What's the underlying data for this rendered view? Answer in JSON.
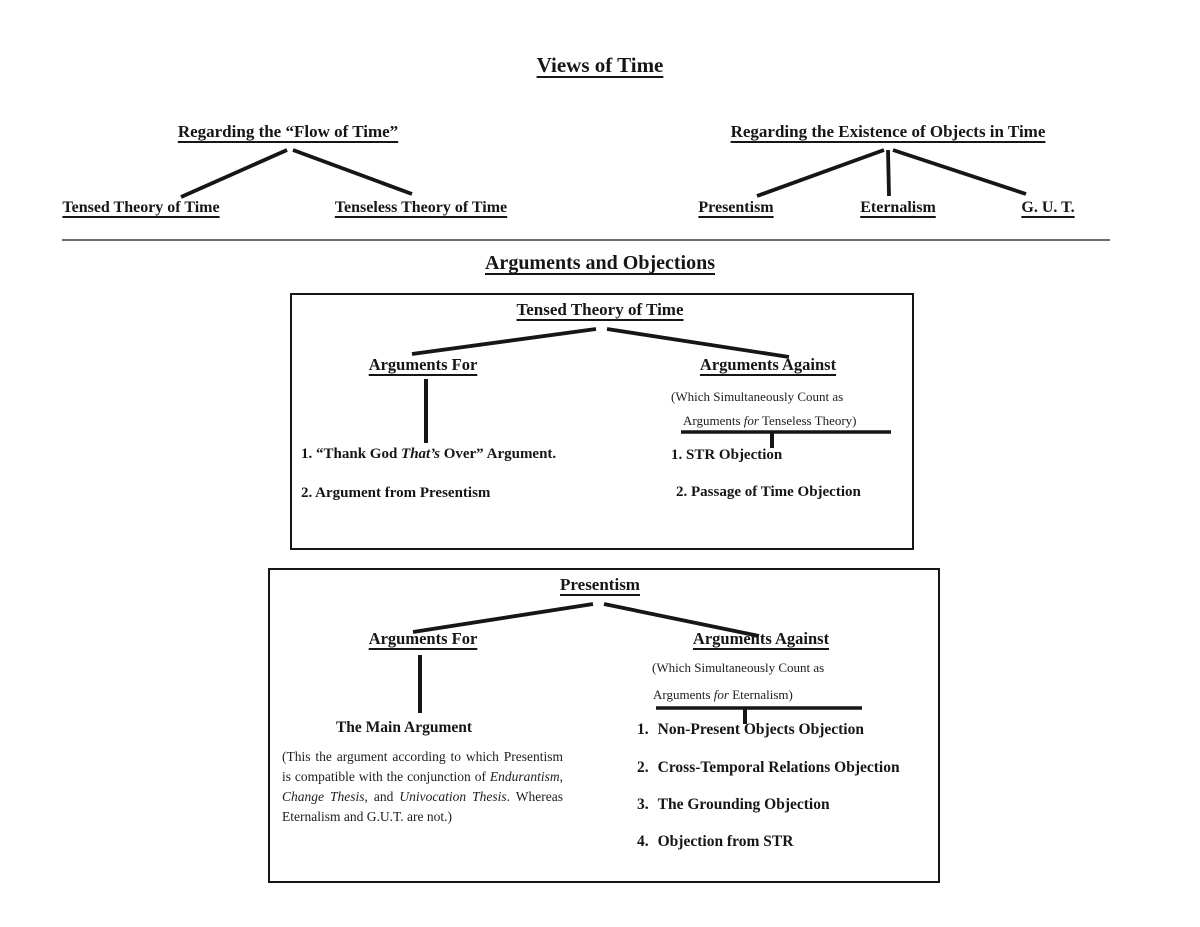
{
  "title": "Views of Time",
  "section_title": "Arguments and Objections",
  "flow_tree": {
    "root": "Regarding the “Flow of Time”",
    "left_child": "Tensed Theory of Time",
    "right_child": "Tenseless Theory of Time"
  },
  "existence_tree": {
    "root": "Regarding the Existence of Objects in Time",
    "children": [
      "Presentism",
      "Eternalism",
      "G. U. T."
    ]
  },
  "tensed_box": {
    "title": "Tensed Theory of Time",
    "for_heading": "Arguments For",
    "against_heading": "Arguments Against",
    "against_note_line1": "(Which Simultaneously Count as",
    "against_note_line2": {
      "pre": "Arguments ",
      "italic": "for",
      "post": " Tenseless Theory)"
    },
    "for_item1": {
      "pre": "1. “Thank God ",
      "italic": "That’s",
      "post": " Over” Argument."
    },
    "for_item2": "2. Argument from Presentism",
    "against_items": [
      "1. STR Objection",
      "2. Passage of Time Objection"
    ]
  },
  "presentism_box": {
    "title": "Presentism",
    "for_heading": "Arguments For",
    "against_heading": "Arguments Against",
    "against_note_line1": "(Which Simultaneously Count as",
    "against_note_line2": {
      "pre": "Arguments ",
      "italic": "for",
      "post": " Eternalism)"
    },
    "main_heading": "The Main Argument",
    "main_note": {
      "p1": "(This the argument according to which Presentism is compatible with the conjunction of ",
      "i1": "Endurantism",
      "p2": ", ",
      "i2": "Change Thesis",
      "p3": ", and ",
      "i3": "Univocation Thesis",
      "p4": ". Whereas Eternalism and G.U.T. are not.)"
    },
    "against_items": [
      {
        "num": "1.",
        "label": "Non-Present Objects Objection"
      },
      {
        "num": "2.",
        "label": "Cross-Temporal Relations Objection"
      },
      {
        "num": "3.",
        "label": "The Grounding Objection"
      },
      {
        "num": "4.",
        "label": "Objection from STR"
      }
    ]
  },
  "colors": {
    "ink": "#161616",
    "background": "#ffffff"
  }
}
